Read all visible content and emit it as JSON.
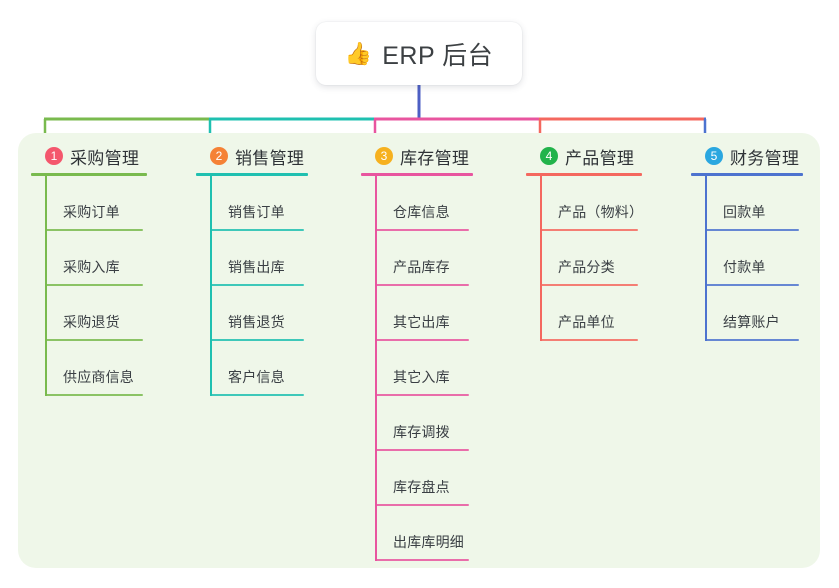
{
  "diagram": {
    "root": {
      "icon": "thumbs-up-icon",
      "icon_glyph": "👍",
      "label": "ERP 后台"
    },
    "panel_color": "#eff7e9",
    "branches": [
      {
        "number": "1",
        "title": "采购管理",
        "badge_color": "#f4576d",
        "line_color": "#79ba4e",
        "items": [
          "采购订单",
          "采购入库",
          "采购退货",
          "供应商信息"
        ]
      },
      {
        "number": "2",
        "title": "销售管理",
        "badge_color": "#f58236",
        "line_color": "#1fc0b0",
        "items": [
          "销售订单",
          "销售出库",
          "销售退货",
          "客户信息"
        ]
      },
      {
        "number": "3",
        "title": "库存管理",
        "badge_color": "#f6b11f",
        "line_color": "#e8559f",
        "items": [
          "仓库信息",
          "产品库存",
          "其它出库",
          "其它入库",
          "库存调拨",
          "库存盘点",
          "出库库明细"
        ]
      },
      {
        "number": "4",
        "title": "产品管理",
        "badge_color": "#22b34b",
        "line_color": "#f4685f",
        "items": [
          "产品（物料）",
          "产品分类",
          "产品单位"
        ]
      },
      {
        "number": "5",
        "title": "财务管理",
        "badge_color": "#2aa7e0",
        "line_color": "#4d73cf",
        "items": [
          "回款单",
          "付款单",
          "结算账户"
        ]
      }
    ],
    "trunk_color": "#4d5fc4"
  }
}
